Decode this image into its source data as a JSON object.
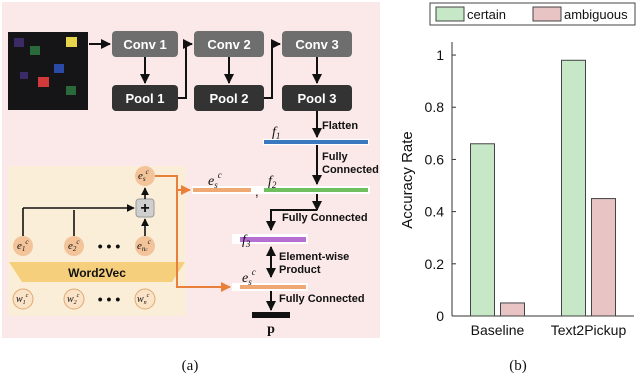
{
  "diagram": {
    "conv1": "Conv 1",
    "conv2": "Conv 2",
    "conv3": "Conv 3",
    "pool1": "Pool 1",
    "pool2": "Pool 2",
    "pool3": "Pool 3",
    "flatten": "Flatten",
    "fully_connected_1a": "Fully",
    "fully_connected_1b": "Connected",
    "fully_connected_2": "Fully Connected",
    "fully_connected_3": "Fully Connected",
    "elementwise_a": "Element-wise",
    "elementwise_b": "Product",
    "word2vec": "Word2Vec",
    "dots": "• • •",
    "output": "p",
    "caption": "(a)",
    "colors": {
      "background_panel": "#fbe8e8",
      "text_panel": "#fbeed8",
      "conv_box": "#6e6e6e",
      "pool_box": "#333333",
      "f1_bar": "#3a78bf",
      "f2_bar": "#6fbf5f",
      "f3_bar": "#b46fd1",
      "es_bar": "#f0a873",
      "word2vec": "#f6cf7d",
      "node": "#f3c39a",
      "arrow": "#e8803b"
    }
  },
  "chart_data": {
    "type": "bar",
    "categories": [
      "Baseline",
      "Text2Pickup"
    ],
    "series": [
      {
        "name": "certain",
        "values": [
          0.66,
          0.98
        ],
        "color": "#c6e8c6"
      },
      {
        "name": "ambiguous",
        "values": [
          0.05,
          0.45
        ],
        "color": "#e8c4c4"
      }
    ],
    "ylabel": "Accuracy Rate",
    "ylim": [
      0,
      1.05
    ],
    "yticks": [
      0,
      0.2,
      0.4,
      0.6,
      0.8,
      1
    ],
    "ytick_labels": [
      "0",
      "0.2",
      "0.4",
      "0.6",
      "0.8",
      "1"
    ],
    "legend": "top",
    "caption": "(b)"
  }
}
